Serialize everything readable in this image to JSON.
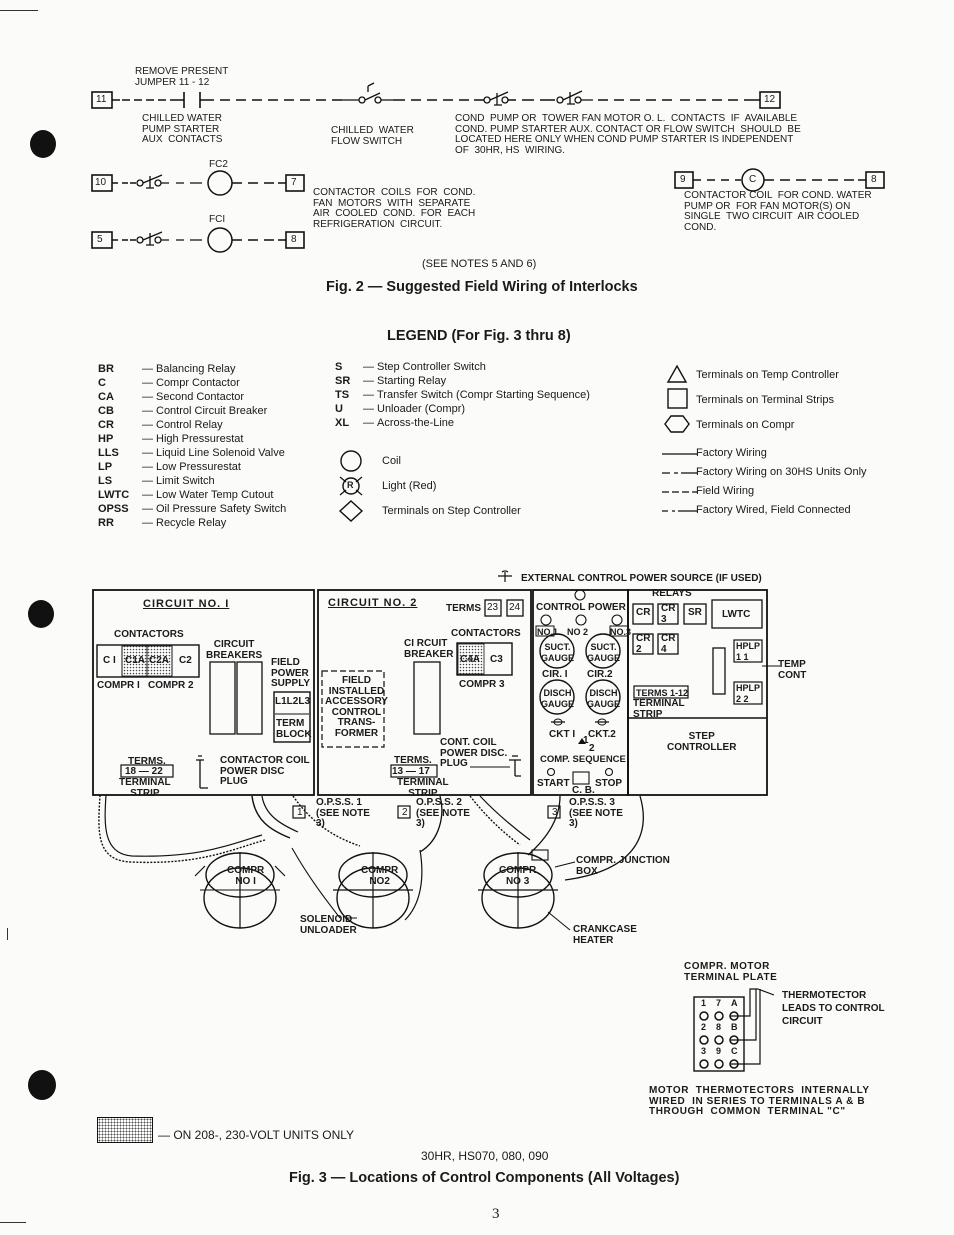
{
  "fig2": {
    "jumper_note": "REMOVE PRESENT\nJUMPER 11 - 12",
    "terminals": {
      "t11": "11",
      "t12": "12",
      "t10": "10",
      "t7": "7",
      "t5": "5",
      "t8a": "8",
      "t9": "9",
      "t8b": "8"
    },
    "chilled_water_pump": "CHILLED WATER\nPUMP STARTER\nAUX  CONTACTS",
    "chilled_flow": "CHILLED  WATER\nFLOW SWITCH",
    "cond_pump_note": "COND  PUMP OR  TOWER FAN MOTOR O. L.  CONTACTS  IF  AVAILABLE\nCOND. PUMP STARTER AUX. CONTACT OR FLOW SWITCH  SHOULD  BE\nLOCATED HERE ONLY WHEN COND PUMP STARTER IS INDEPENDENT\nOF  30HR, HS  WIRING.",
    "fc2": "FC2",
    "fc1": "FCI",
    "contactor_coils_note": "CONTACTOR  COILS  FOR  COND.\nFAN  MOTORS  WITH  SEPARATE\nAIR  COOLED  COND.  FOR  EACH\nREFRIGERATION  CIRCUIT.",
    "c_label": "C",
    "contactor_coil_note": "CONTACTOR COIL  FOR COND. WATER\nPUMP OR  FOR FAN MOTOR(S) ON\nSINGLE  TWO CIRCUIT  AIR COOLED\nCOND.",
    "see_notes": "(SEE NOTES 5 AND 6)",
    "caption": "Fig. 2 — Suggested Field Wiring of Interlocks"
  },
  "legend": {
    "title": "LEGEND (For Fig. 3 thru 8)",
    "col1": [
      {
        "code": "BR",
        "desc": "Balancing Relay"
      },
      {
        "code": "C",
        "desc": "Compr Contactor"
      },
      {
        "code": "CA",
        "desc": "Second Contactor"
      },
      {
        "code": "CB",
        "desc": "Control Circuit Breaker"
      },
      {
        "code": "CR",
        "desc": "Control Relay"
      },
      {
        "code": "HP",
        "desc": "High Pressurestat"
      },
      {
        "code": "LLS",
        "desc": "Liquid Line Solenoid Valve"
      },
      {
        "code": "LP",
        "desc": "Low Pressurestat"
      },
      {
        "code": "LS",
        "desc": "Limit Switch"
      },
      {
        "code": "LWTC",
        "desc": "Low Water Temp Cutout"
      },
      {
        "code": "OPSS",
        "desc": "Oil Pressure Safety Switch"
      },
      {
        "code": "RR",
        "desc": "Recycle Relay"
      }
    ],
    "col2": [
      {
        "code": "S",
        "desc": "Step Controller Switch"
      },
      {
        "code": "SR",
        "desc": "Starting Relay"
      },
      {
        "code": "TS",
        "desc": "Transfer Switch (Compr Starting Sequence)"
      },
      {
        "code": "U",
        "desc": "Unloader (Compr)"
      },
      {
        "code": "XL",
        "desc": "Across-the-Line"
      }
    ],
    "symbols": {
      "coil": "Coil",
      "light": "Light (Red)",
      "light_letter": "R",
      "step_terminals": "Terminals on Step Controller"
    },
    "col3": {
      "temp_controller": "Terminals on Temp Controller",
      "terminal_strips": "Terminals on Terminal Strips",
      "compr_terminals": "Terminals on Compr",
      "factory_wiring": "Factory Wiring",
      "factory_30hs": "Factory Wiring on 30HS Units Only",
      "field_wiring": "Field Wiring",
      "factory_field": "Factory Wired, Field Connected"
    }
  },
  "fig3": {
    "ext_power": "EXTERNAL CONTROL POWER SOURCE (IF USED)",
    "relays": "RELAYS",
    "circuit1": "CIRCUIT  NO. I",
    "circuit2": "CIRCUIT  NO. 2",
    "terms_23_24": "TERMS",
    "t23": "23",
    "t24": "24",
    "contactors1": "CONTACTORS",
    "contactors2": "CONTACTORS",
    "c1": "C I",
    "c1a": "C1A",
    "c2a": "C2A",
    "c2": "C2",
    "c4a": "C4A",
    "c3": "C3",
    "compr1": "COMPR  I",
    "compr2": "COMPR 2",
    "compr3": "COMPR 3",
    "circuit_breakers": "CIRCUIT\nBREAKERS",
    "circuit_breaker2": "CI RCUIT\nBREAKER",
    "field_power": "FIELD\nPOWER\nSUPPLY",
    "l123": "L1L2L3",
    "term_block": "TERM\nBLOCK",
    "field_transformer": "FIELD\nINSTALLED\nACCESSORY\nCONTROL\nTRANS-\nFORMER",
    "terms_left": "TERMS.",
    "terms_18_22": "18 — 22",
    "terminal_strip_l": "TERMINAL\nSTRIP",
    "contactor_coil_plug": "CONTACTOR COIL\nPOWER DISC\nPLUG",
    "terms_mid": "TERMS.",
    "terms_13_17": "13 — 17",
    "terminal_strip_m": "TERMINAL\nSTRIP",
    "cont_coil": "CONT. COIL\nPOWER DISC.\nPLUG",
    "control_power": "CONTROL POWER",
    "no1": "NO.1",
    "no2": "NO 2",
    "no3": "NO.3",
    "suct_gauge": "SUCT.\nGAUGE",
    "disch_gauge": "DISCH\nGAUGE",
    "cir1": "CIR. I",
    "cir2": "CIR.2",
    "ckt1": "CKT I",
    "ckt2": "CKT.2",
    "comp_seq": "COMP. SEQUENCE",
    "seq_1": "1",
    "seq_2": "2",
    "start": "START",
    "stop": "STOP",
    "cb": "C. B.",
    "cr": "CR",
    "cr3": "CR\n3",
    "sr": "SR",
    "lwtc": "LWTC",
    "cr2": "CR\n2",
    "cr4": "CR\n4",
    "hplp1": "HPLP\n1 1",
    "hplp2": "HPLP\n2 2",
    "terms_1_12": "TERMS 1-12",
    "terminal_strip_r": "TERMINAL\nSTRIP",
    "temp_cont": "TEMP\nCONT",
    "step_controller": "STEP\nCONTROLLER",
    "opss1": "O.P.S.S. 1\n(SEE NOTE\n3)",
    "opss2": "O.P.S.S. 2\n(SEE NOTE\n3)",
    "opss3": "O.P.S.S. 3\n(SEE NOTE\n3)",
    "opss_box1": "1",
    "opss_box2": "2",
    "opss_box3": "3",
    "compr_no1": "COMPR\nNO I",
    "compr_no2": "COMPR\nNO2",
    "compr_no3": "COMPR\nNO 3",
    "compr_junction": "COMPR. JUNCTION\nBOX",
    "solenoid": "SOLENOID\nUNLOADER",
    "crankcase": "CRANKCASE\nHEATER",
    "motor_plate": "COMPR. MOTOR\nTERMINAL PLATE",
    "thermotector": "THERMOTECTOR\nLEADS TO CONTROL\nCIRCUIT",
    "plate_labels": [
      "1",
      "7",
      "A",
      "2",
      "8",
      "B",
      "3",
      "9",
      "C"
    ],
    "thermotector_note": "MOTOR  THERMOTECTORS  INTERNALLY\nWIRED  IN SERIES TO TERMINALS A & B\nTHROUGH  COMMON  TERMINAL \"C\"",
    "voltage_note": "— ON 208-, 230-VOLT UNITS ONLY",
    "models": "30HR, HS070, 080, 090",
    "caption": "Fig. 3 — Locations of Control Components (All Voltages)",
    "page": "3"
  }
}
